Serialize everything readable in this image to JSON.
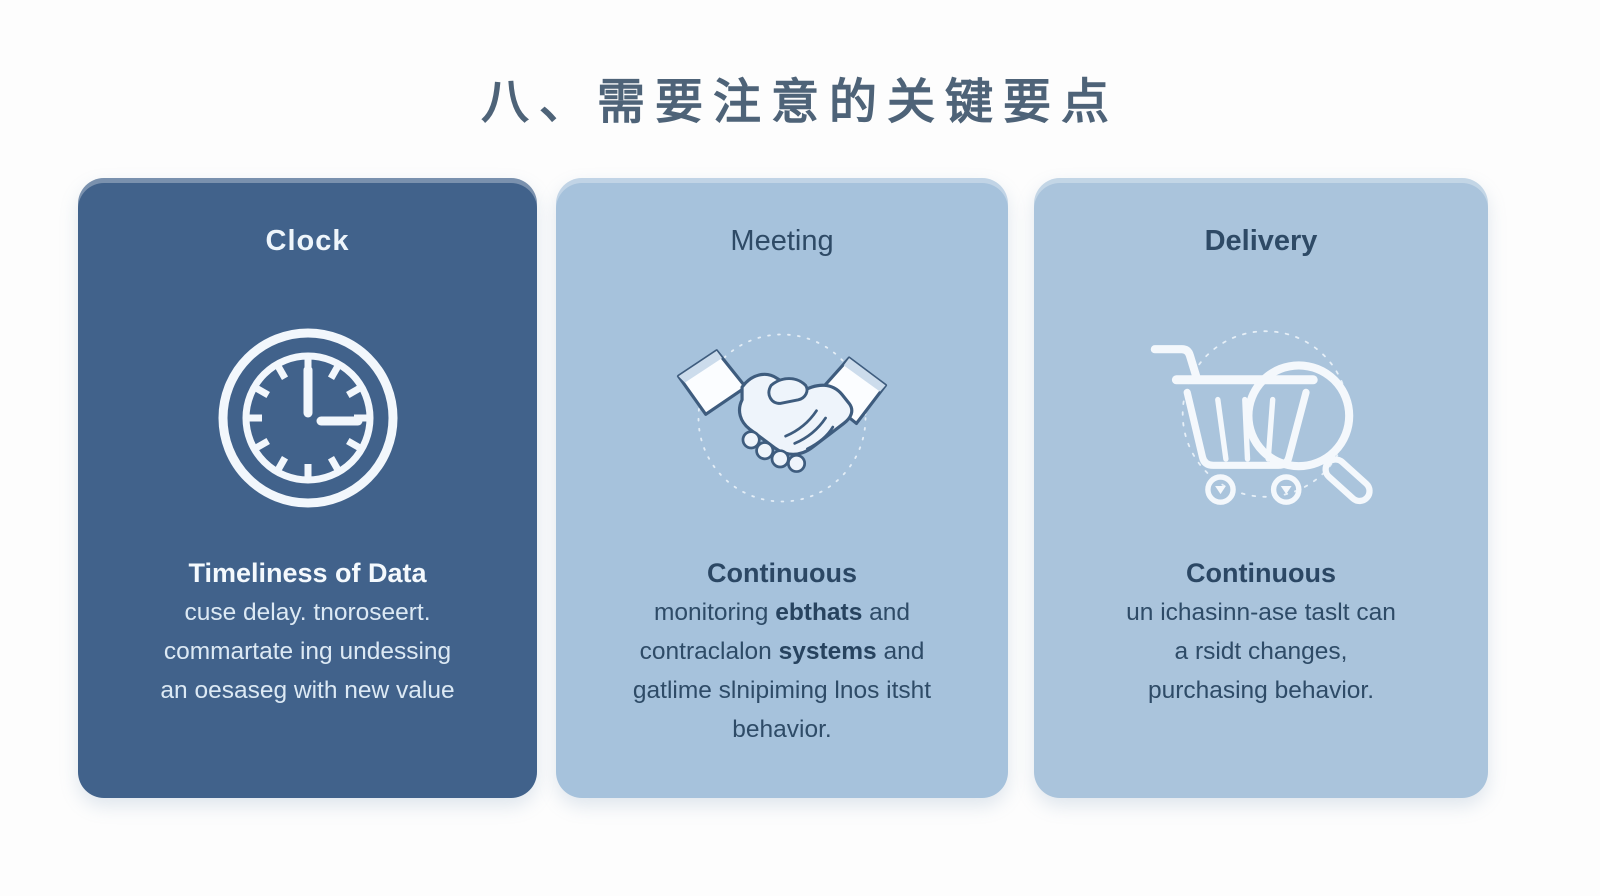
{
  "page": {
    "title": "八、需要注意的关键要点"
  },
  "colors": {
    "title_text": "#4e6378",
    "card_dark_bg": "#41628b",
    "card_light_bg": "#a6c2dc",
    "card_light2_bg": "#aac4dc",
    "dark_card_text": "#eef5fb",
    "light_card_text": "#2e4a66",
    "icon_stroke_white": "#f2f7fc",
    "icon_outline_dark": "#3e5c7e"
  },
  "cards": [
    {
      "label": "Clock",
      "icon": "clock",
      "heading": "Timeliness of Data",
      "lines": [
        "cuse delay. tnoroseert.",
        "commartate ing undessing",
        "an oesaseg with new value"
      ]
    },
    {
      "label": "Meeting",
      "icon": "handshake",
      "heading": "Continuous",
      "lines": [
        {
          "pre": "monitoring ",
          "bold": "ebthats",
          "post": " and"
        },
        {
          "pre": "contraclalon ",
          "bold": "systems",
          "post": " and"
        },
        "gatlime slnipiming lnos itsht",
        "behavior."
      ]
    },
    {
      "label": "Delivery",
      "icon": "cart-search",
      "heading": "Continuous",
      "lines": [
        "un ichasinn-ase taslt can",
        "a rsidt changes,",
        "purchasing behavior."
      ]
    }
  ]
}
